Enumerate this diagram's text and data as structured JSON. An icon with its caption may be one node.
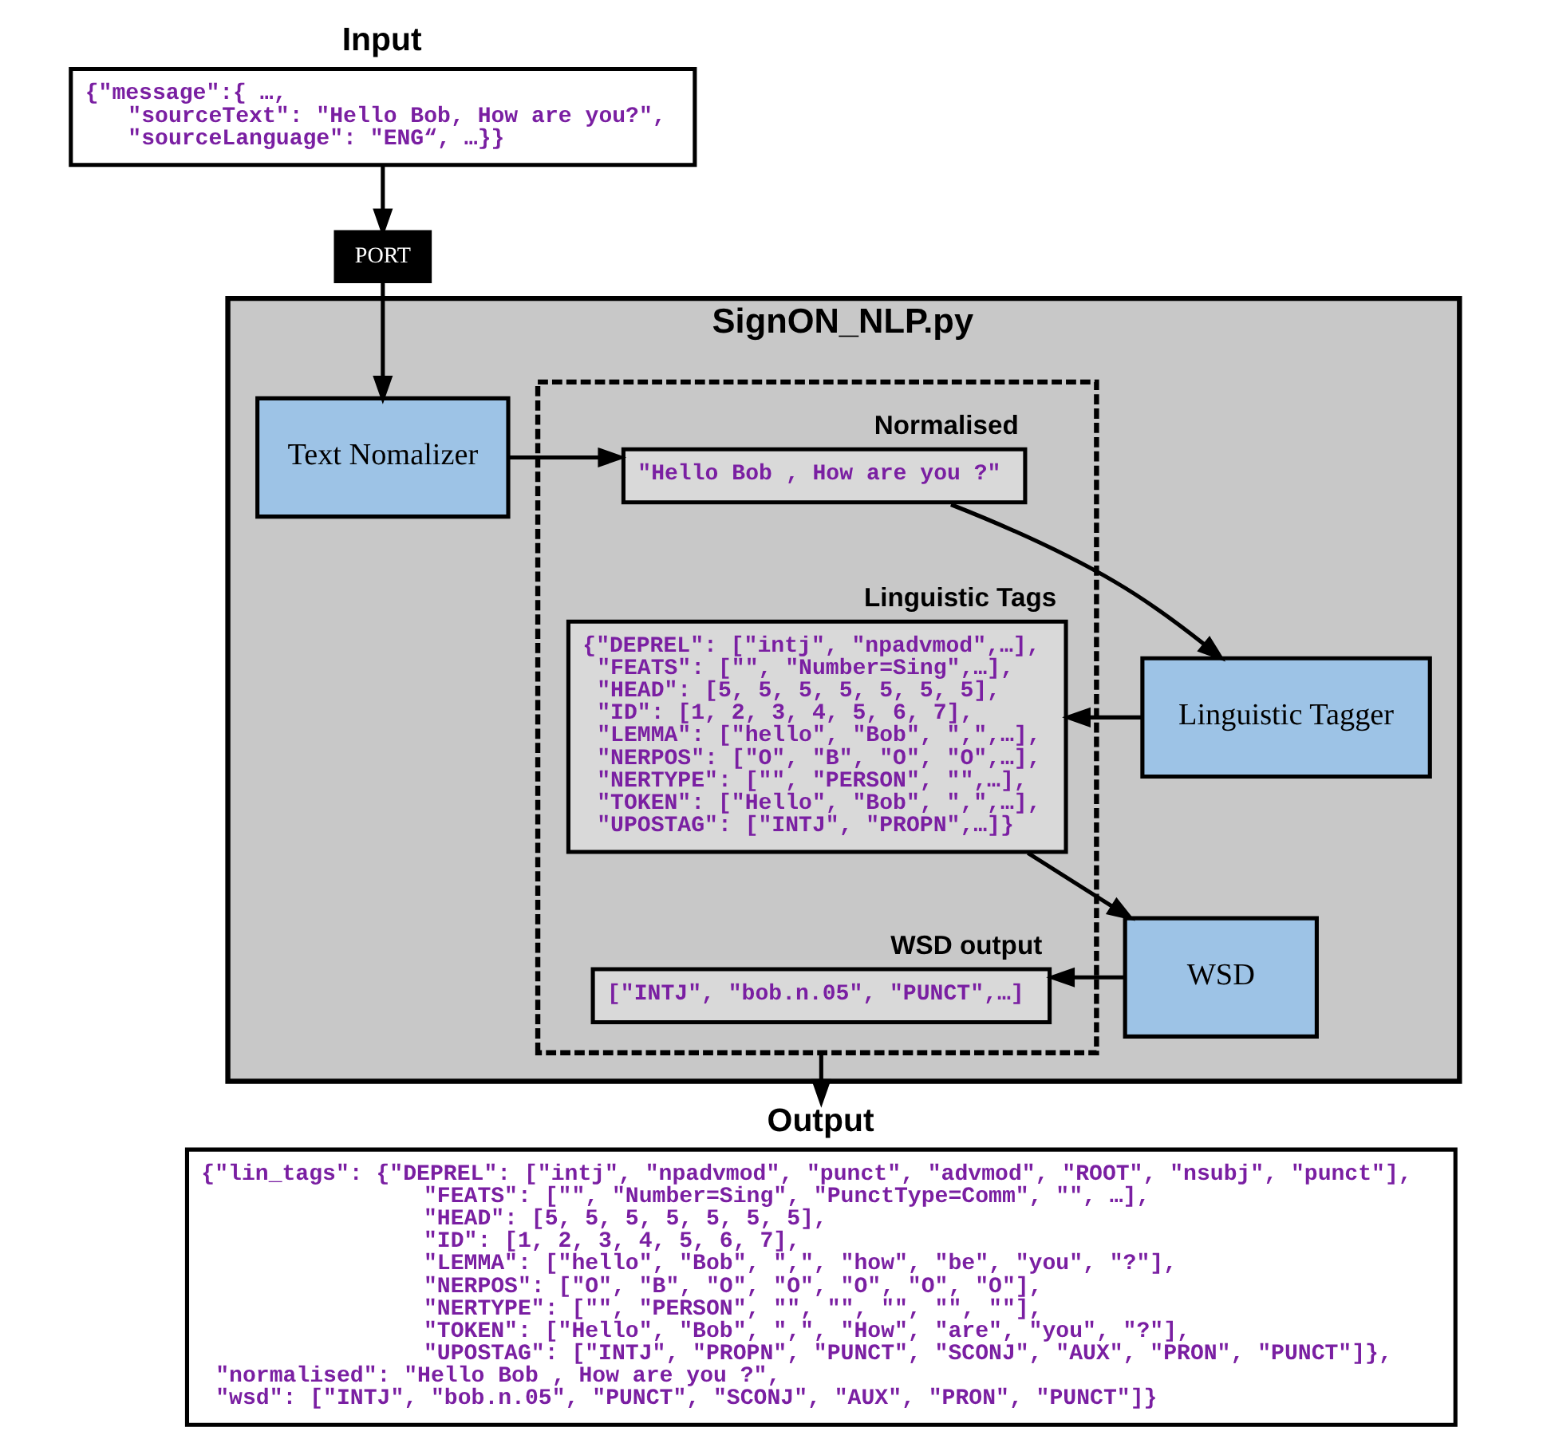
{
  "diagram": {
    "nodes": [
      {
        "text": [
          "Input",
          "{\"message\":{ …,",
          "\"sourceText\": \"Hello Bob, How are you?\",",
          "\"sourceLanguage\": \"ENG“, …}}"
        ]
      },
      {
        "text": [
          "SignON_NLP.py"
        ]
      },
      {
        "text": [
          "PORT"
        ]
      },
      {
        "text": [
          "Text Nomalizer"
        ],
        "in": 1
      },
      {
        "text": [],
        "shape": "box",
        "in": 1
      },
      {
        "text": [
          "Normalised",
          "\"Hello Bob , How are you ?\""
        ],
        "in": 4
      },
      {
        "text": [
          "Linguistic Tagger"
        ],
        "in": 1
      },
      {
        "text": [
          "Linguistic Tags",
          "{\"DEPREL\": [\"intj\", \"npadvmod\",…],",
          "\"FEATS\": [\"\", \"Number=Sing\",…],",
          "\"HEAD\": [5, 5, 5, 5, 5, 5, 5],",
          "\"ID\": [1, 2, 3, 4, 5, 6, 7],",
          "\"LEMMA\": [\"hello\", \"Bob\", \",\",…],",
          "\"NERPOS\": [\"O\", \"B\", \"O\", \"O\",…],",
          "\"NERTYPE\": [\"\", \"PERSON\", \"\",…],",
          "\"TOKEN\": [\"Hello\", \"Bob\", \",\",…],",
          "\"UPOSTAG\": [\"INTJ\", \"PROPN\",…]}"
        ],
        "in": 4
      },
      {
        "text": [
          "WSD"
        ],
        "in": 1
      },
      {
        "text": [
          "WSD output",
          "[\"INTJ\", \"bob.n.05\", \"PUNCT\",…]"
        ],
        "in": 4
      },
      {
        "text": [
          "Output",
          "{\"lin_tags\": {\"DEPREL\": [\"intj\", \"npadvmod\", \"punct\", \"advmod\", \"ROOT\", \"nsubj\", \"punct\"],",
          "\"FEATS\": [\"\", \"Number=Sing\", \"PunctType=Comm\", \"\", …],",
          "\"HEAD\": [5, 5, 5, 5, 5, 5, 5],",
          "\"ID\": [1, 2, 3, 4, 5, 6, 7],",
          "\"LEMMA\": [\"hello\", \"Bob\", \",\", \"how\", \"be\", \"you\", \"?\"],",
          "\"NERPOS\": [\"O\", \"B\", \"O\", \"O\", \"O\", \"O\", \"O\"],",
          "\"NERTYPE\": [\"\", \"PERSON\", \"\", \"\", \"\", \"\", \"\"],",
          "\"TOKEN\": [\"Hello\", \"Bob\", \",\", \"How\", \"are\", \"you\", \"?\"],",
          "\"UPOSTAG\": [\"INTJ\", \"PROPN\", \"PUNCT\", \"SCONJ\", \"AUX\", \"PRON\", \"PUNCT\"]},",
          "\"normalised\": \"Hello Bob , How are you ?\",",
          "\"wsd\": [\"INTJ\", \"bob.n.05\", \"PUNCT\", \"SCONJ\", \"AUX\", \"PRON\", \"PUNCT\"]}"
        ]
      }
    ],
    "edges": [
      {
        "from": 0,
        "to": 2,
        "arrow": "to"
      },
      {
        "from": 2,
        "to": 3,
        "arrow": "to"
      },
      {
        "from": 3,
        "to": 5,
        "arrow": "to"
      },
      {
        "from": 5,
        "to": 6,
        "arrow": "to"
      },
      {
        "from": 6,
        "to": 7,
        "arrow": "to"
      },
      {
        "from": 7,
        "to": 8,
        "arrow": "to"
      },
      {
        "from": 8,
        "to": 9,
        "arrow": "to"
      },
      {
        "from": 4,
        "to": 10,
        "arrow": "to"
      }
    ]
  }
}
